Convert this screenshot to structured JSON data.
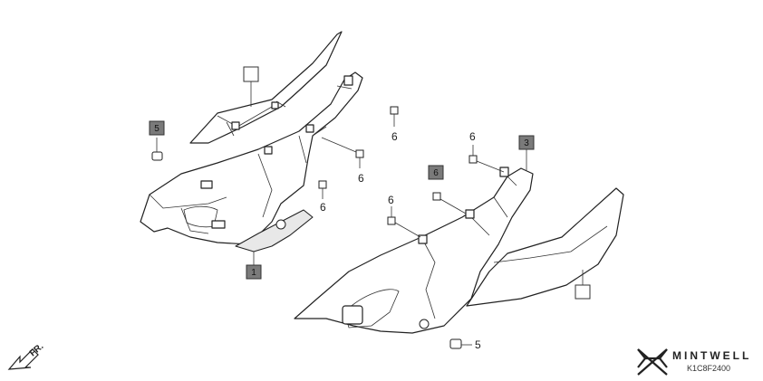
{
  "callouts": {
    "box_1": "1",
    "box_3": "3",
    "box_5": "5",
    "box_6": "6",
    "label_6_a": "6",
    "label_6_b": "6",
    "label_6_c": "6",
    "label_6_d": "6",
    "label_6_e": "6",
    "label_5": "5"
  },
  "direction_marker": "FR.",
  "brand": {
    "name": "MINTWELL",
    "diagram_code": "K1C8F2400"
  },
  "colors": {
    "dark_box_fill": "#7a7a7a",
    "line": "#222222"
  }
}
